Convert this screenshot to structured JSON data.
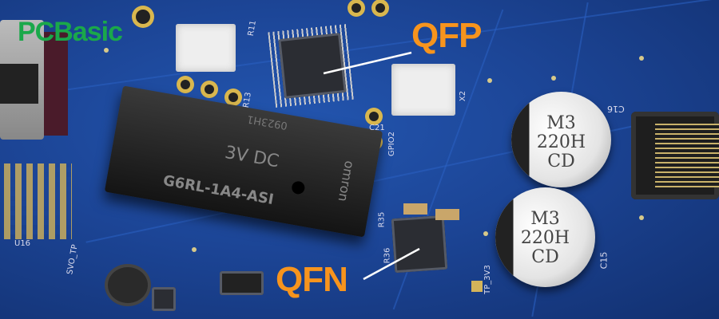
{
  "logo": {
    "text": "PCBasic",
    "color": "#1aa84a"
  },
  "annotations": {
    "qfp": "QFP",
    "qfn": "QFN",
    "color": "#f7941d"
  },
  "relay": {
    "brand": "omron",
    "model": "G6RL-1A4-ASI",
    "voltage": "3V DC",
    "code": "0923H1"
  },
  "capacitors": [
    {
      "line1": "M3",
      "line2": "220H",
      "line3": "CD"
    },
    {
      "line1": "M3",
      "line2": "220H",
      "line3": "CD"
    }
  ],
  "silkscreen": {
    "x2": "X2",
    "gpio2": "GPIO2",
    "r35": "R35",
    "r36": "R36",
    "c15": "C15",
    "c16": "C16",
    "tp3v3": "TP_3V3",
    "svo_tp": "SVO_TP",
    "u16": "U16",
    "c21": "C21",
    "r13": "R13",
    "r11": "R11"
  }
}
